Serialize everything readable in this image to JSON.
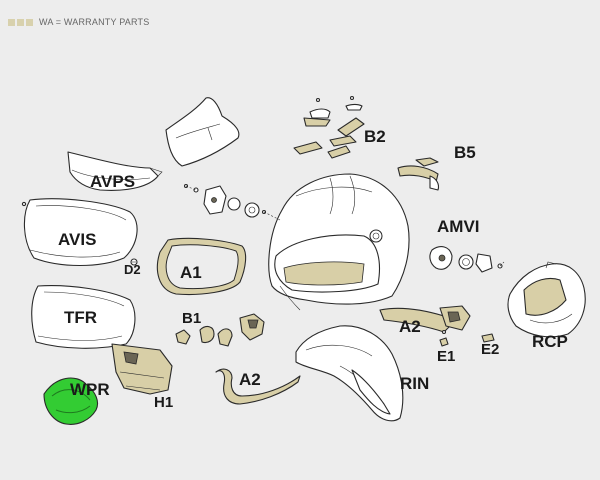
{
  "legend": {
    "text": "WA = WARRANTY PARTS",
    "swatch_color": "#d8d1ad"
  },
  "colors": {
    "background": "#ededed",
    "warranty_part_fill": "#d8cfa7",
    "part_outline": "#2a2a2a",
    "highlight_part": "#33cc33"
  },
  "labels": {
    "avps": "AVPS",
    "avis": "AVIS",
    "d2": "D2",
    "a1": "A1",
    "tfr": "TFR",
    "b1": "B1",
    "wpr": "WPR",
    "h1": "H1",
    "a2_bottom": "A2",
    "b2": "B2",
    "b5": "B5",
    "amvi": "AMVI",
    "a2_right": "A2",
    "e1": "E1",
    "e2": "E2",
    "rcp": "RCP",
    "rin": "RIN"
  },
  "highlighted_part": "WPR"
}
